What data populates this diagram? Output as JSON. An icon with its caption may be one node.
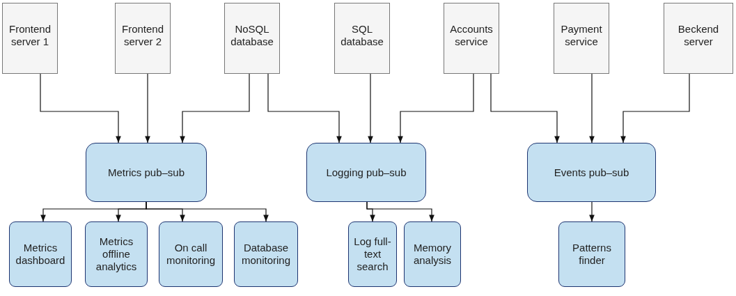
{
  "diagram": {
    "nodes": [
      {
        "text": [
          "Frontend server 1"
        ]
      },
      {
        "text": [
          "Frontend server 2"
        ]
      },
      {
        "text": [
          "NoSQL database"
        ]
      },
      {
        "text": [
          "SQL database"
        ]
      },
      {
        "text": [
          "Accounts service"
        ]
      },
      {
        "text": [
          "Payment service"
        ]
      },
      {
        "text": [
          "Beckend server"
        ]
      },
      {
        "text": [
          "Metrics pub–sub"
        ]
      },
      {
        "text": [
          "Logging pub–sub"
        ]
      },
      {
        "text": [
          "Events pub–sub"
        ]
      },
      {
        "text": [
          "Metrics dashboard"
        ]
      },
      {
        "text": [
          "Metrics offline analytics"
        ]
      },
      {
        "text": [
          "On call monitoring"
        ]
      },
      {
        "text": [
          "Database monitoring"
        ]
      },
      {
        "text": [
          "Log full-text search"
        ]
      },
      {
        "text": [
          "Memory analysis"
        ]
      },
      {
        "text": [
          "Patterns finder"
        ]
      }
    ],
    "edges": [
      {
        "from": 0,
        "to": 7,
        "arrow": "to"
      },
      {
        "from": 1,
        "to": 7,
        "arrow": "to"
      },
      {
        "from": 2,
        "to": 7,
        "arrow": "to"
      },
      {
        "from": 2,
        "to": 8,
        "arrow": "to"
      },
      {
        "from": 3,
        "to": 8,
        "arrow": "to"
      },
      {
        "from": 4,
        "to": 8,
        "arrow": "to"
      },
      {
        "from": 4,
        "to": 9,
        "arrow": "to"
      },
      {
        "from": 5,
        "to": 9,
        "arrow": "to"
      },
      {
        "from": 6,
        "to": 9,
        "arrow": "to"
      },
      {
        "from": 7,
        "to": 10,
        "arrow": "to"
      },
      {
        "from": 7,
        "to": 11,
        "arrow": "to"
      },
      {
        "from": 7,
        "to": 12,
        "arrow": "to"
      },
      {
        "from": 7,
        "to": 13,
        "arrow": "to"
      },
      {
        "from": 8,
        "to": 14,
        "arrow": "to"
      },
      {
        "from": 8,
        "to": 15,
        "arrow": "to"
      },
      {
        "from": 9,
        "to": 16,
        "arrow": "to"
      }
    ]
  }
}
